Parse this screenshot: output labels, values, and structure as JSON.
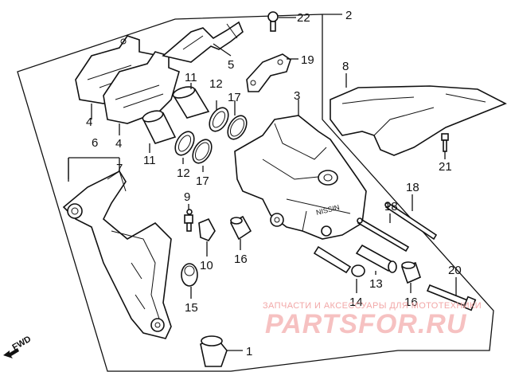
{
  "callouts": {
    "c1": "1",
    "c2": "2",
    "c3": "3",
    "c4a": "4",
    "c4b": "4",
    "c5": "5",
    "c6": "6",
    "c7": "7",
    "c8": "8",
    "c9": "9",
    "c10": "10",
    "c11a": "11",
    "c11b": "11",
    "c12a": "12",
    "c12b": "12",
    "c13": "13",
    "c14": "14",
    "c15": "15",
    "c16a": "16",
    "c16b": "16",
    "c17a": "17",
    "c17b": "17",
    "c18a": "18",
    "c18b": "18",
    "c19": "19",
    "c20": "20",
    "c21": "21",
    "c22": "22"
  },
  "fwd_label": "FWD",
  "watermark": {
    "line1": "ЗАПЧАСТИ И АКСЕССУАРЫ ДЛЯ МОТОТЕХНИКИ",
    "line2": "PARTSFOR.RU"
  },
  "caliper_mark": "NISSIN"
}
